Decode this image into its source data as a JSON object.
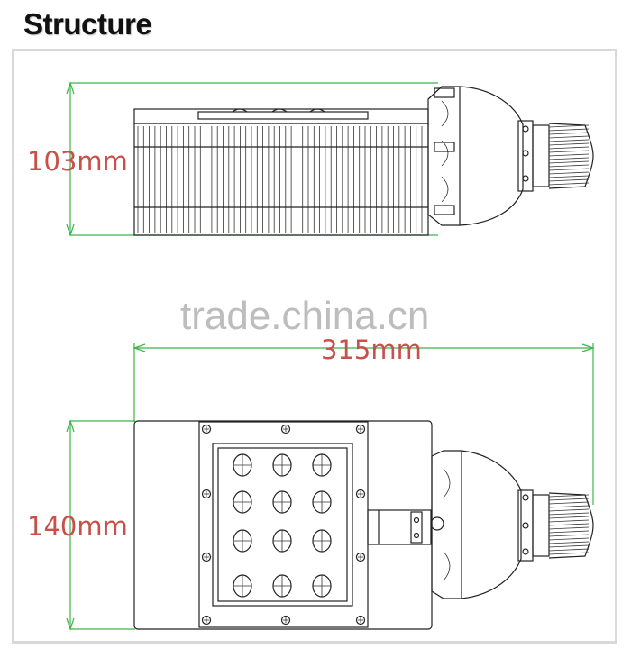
{
  "page": {
    "title": "Structure"
  },
  "side_view": {
    "height_label": "103mm"
  },
  "front_view": {
    "width_label": "315mm",
    "height_label": "140mm"
  },
  "watermark": {
    "text": "trade.china.cn"
  },
  "colors": {
    "dimension_line": "#3bb44a",
    "dimension_text": "#c8504b",
    "drawing": "#222222",
    "frame": "#d9d9d9"
  }
}
